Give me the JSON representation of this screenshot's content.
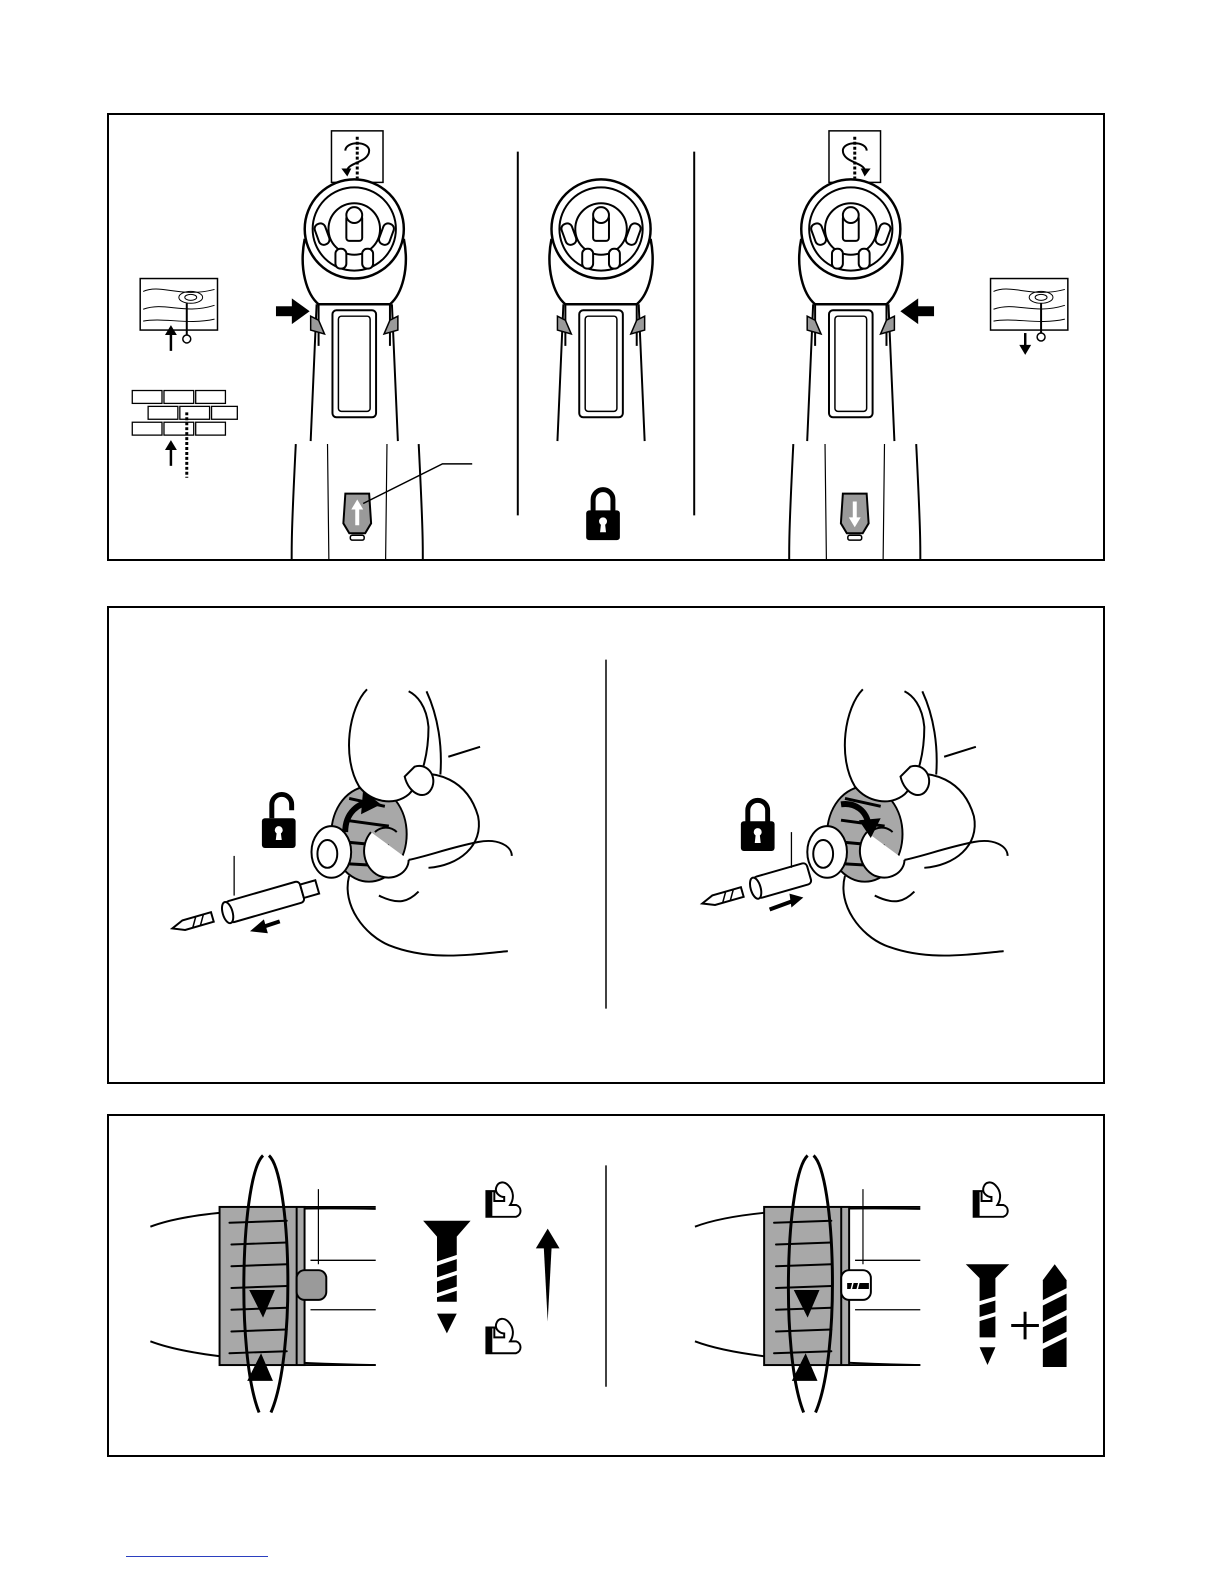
{
  "page": {
    "figures": [
      {
        "id": "direction-switch",
        "states": [
          "forward",
          "lock",
          "reverse"
        ],
        "icons": [
          "rotation-clockwise-icon",
          "rotation-counterclockwise-icon",
          "padlock-closed-icon",
          "wood-screw-icon",
          "brick-drill-icon"
        ]
      },
      {
        "id": "bit-holder",
        "steps": [
          "unlock-remove-bit",
          "lock-insert-bit"
        ],
        "icons": [
          "padlock-open-icon",
          "padlock-closed-icon"
        ]
      },
      {
        "id": "torque-collar",
        "settings": [
          "screw-torque",
          "drill-mode"
        ],
        "icons": [
          "screw-icon",
          "flexed-arm-icon",
          "drill-bit-icon",
          "plus-icon"
        ]
      }
    ],
    "colors": {
      "outline": "#000000",
      "grip_gray": "#9a9a9a",
      "collar_gray": "#a8a8a8",
      "footer_link": "#2b3fbf"
    }
  }
}
